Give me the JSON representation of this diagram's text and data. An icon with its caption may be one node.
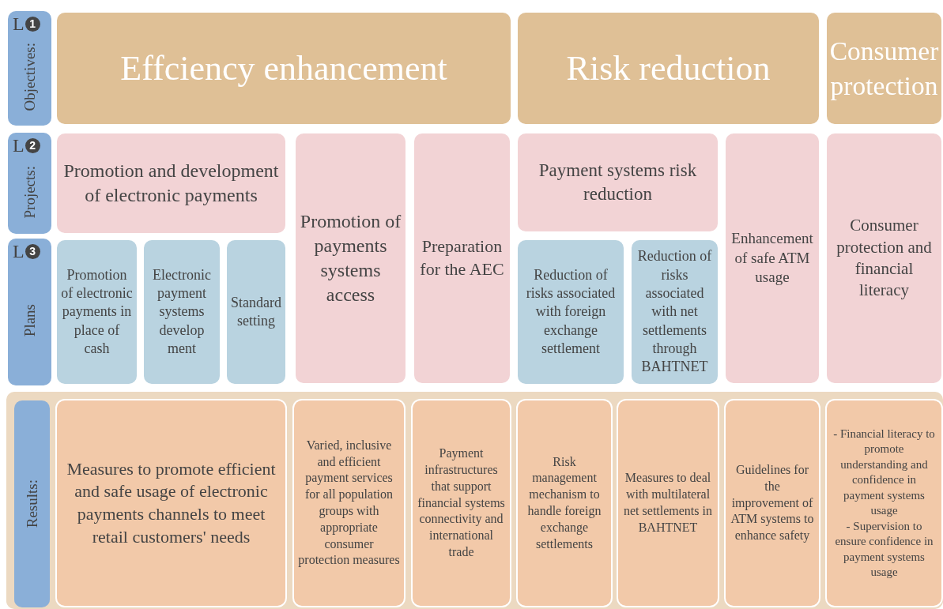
{
  "diagram": {
    "nodes": [
      {
        "text": [
          "L",
          "1",
          "Objectives:"
        ]
      },
      {
        "text": [
          "Effciency enhancement"
        ]
      },
      {
        "text": [
          "Risk reduction"
        ]
      },
      {
        "text": [
          "Consumer protection"
        ]
      },
      {
        "text": [
          "L",
          "2",
          "Projects:"
        ]
      },
      {
        "text": [
          "Promotion and development of electronic payments"
        ]
      },
      {
        "text": [
          "Promotion of payments systems access"
        ]
      },
      {
        "text": [
          "Preparation for the AEC"
        ]
      },
      {
        "text": [
          "Payment systems risk reduction"
        ]
      },
      {
        "text": [
          "Enhancement of safe ATM usage"
        ]
      },
      {
        "text": [
          "Consumer protection and financial literacy"
        ]
      },
      {
        "text": [
          "L",
          "3",
          "Plans"
        ]
      },
      {
        "text": [
          "Promotion of electronic payments in place of cash"
        ]
      },
      {
        "text": [
          "Electronic payment systems develop ment"
        ]
      },
      {
        "text": [
          "Standard setting"
        ]
      },
      {
        "text": [
          "Reduction of risks associated with foreign exchange settlement"
        ]
      },
      {
        "text": [
          "Reduction of risks associated with net settlements through BAHTNET"
        ]
      },
      {
        "text": [
          "Results:"
        ]
      },
      {
        "text": [
          "Measures to promote efficient and safe usage of electronic payments channels to meet retail customers' needs"
        ]
      },
      {
        "text": [
          "Varied, inclusive and efficient payment services for all population groups with appropriate consumer protection measures"
        ]
      },
      {
        "text": [
          "Payment infrastructures that support financial systems connectivity and international trade"
        ]
      },
      {
        "text": [
          "Risk management mechanism to handle foreign exchange settlements"
        ]
      },
      {
        "text": [
          "Measures to deal with multilateral net settlements in BAHTNET"
        ]
      },
      {
        "text": [
          "Guidelines for the improvement of ATM systems to enhance safety"
        ]
      },
      {
        "text": [
          "- Financial literacy to promote understanding and confidence in payment systems usage",
          "- Supervision to ensure confidence in payment systems usage"
        ]
      }
    ]
  }
}
